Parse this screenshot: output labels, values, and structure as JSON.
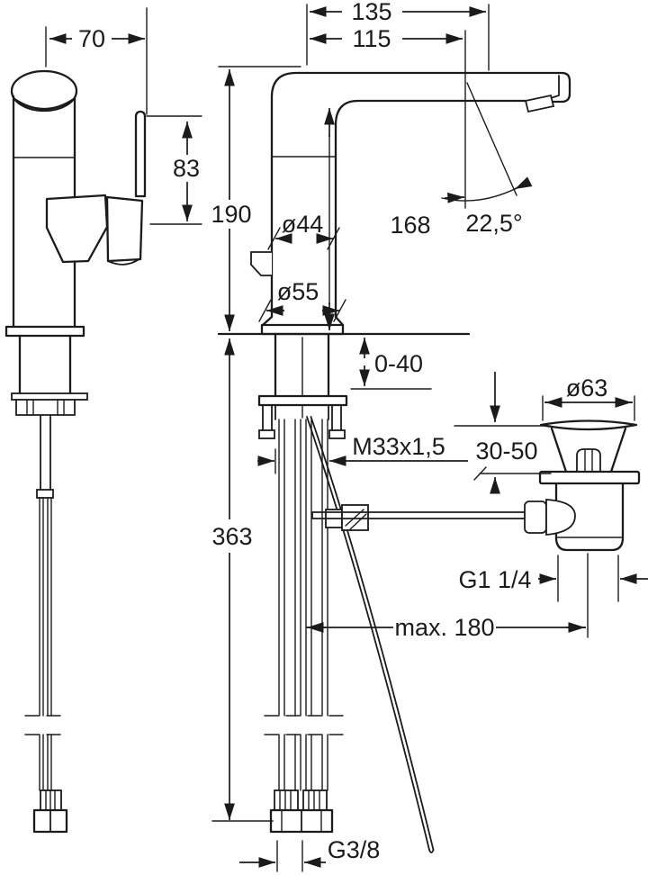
{
  "dimensions": {
    "side_view": {
      "spout_to_handle": "70",
      "handle_length": "83"
    },
    "front_view": {
      "spout_reach_outer": "135",
      "spout_reach": "115",
      "spout_height": "190",
      "outlet_height": "168",
      "outlet_angle": "22,5°",
      "body_diameter": "ø44",
      "base_diameter": "ø55",
      "deck_thickness_range": "0-40",
      "mounting_thread": "M33x1,5",
      "below_deck_length": "363",
      "max_pull_rod_offset": "max. 180",
      "supply_connection_thread": "G3/8"
    },
    "pop_up_waste": {
      "flange_diameter": "ø63",
      "height_adjustment_range": "30-50",
      "outlet_thread": "G1 1/4"
    }
  }
}
